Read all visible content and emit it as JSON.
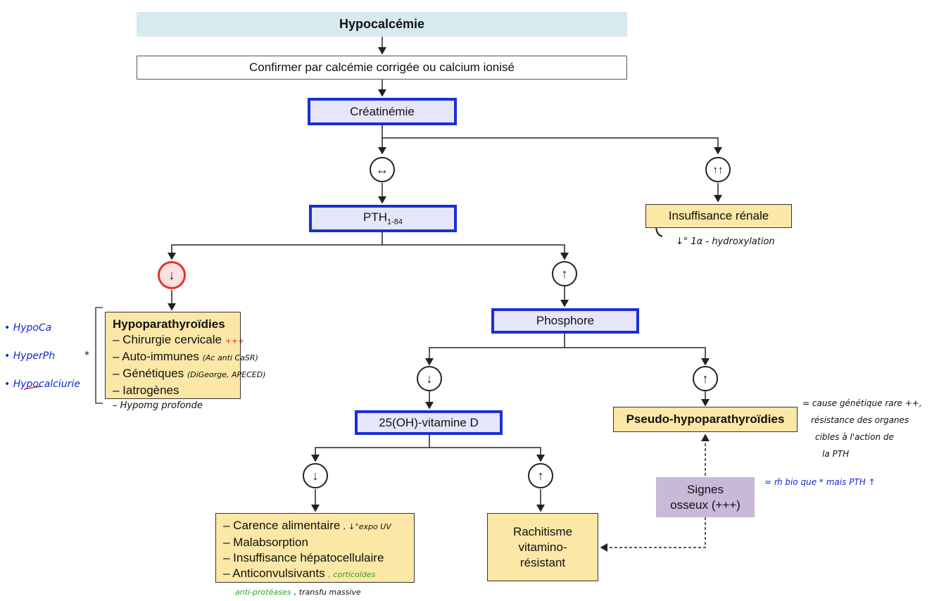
{
  "nodes": {
    "hypocalcemie": "Hypocalcémie",
    "confirmer": "Confirmer par calcémie corrigée ou calcium ionisé",
    "creatinemie": "Créatinémie",
    "pth_main": "PTH",
    "pth_sub": "1-84",
    "insuffisance_renale": "Insuffisance rénale",
    "phosphore": "Phosphore",
    "vitamine_d": "25(OH)-vitamine D",
    "pseudo_hypo": "Pseudo-hypoparathyroïdies",
    "signes_osseux": "Signes osseux (+++)",
    "rachitisme": "Rachitisme vitamino-résistant",
    "hypoparathyroidies": {
      "title": "Hypoparathyroïdies",
      "items": [
        "– Chirurgie cervicale",
        "– Auto-immunes",
        "– Génétiques",
        "– Iatrogènes"
      ]
    },
    "causes_vitd": {
      "items": [
        "– Carence alimentaire",
        "– Malabsorption",
        "– Insuffisance hépatocellulaire",
        "– Anticonvulsivants"
      ]
    }
  },
  "symbols": {
    "normal": "↔",
    "very_high": "↑↑",
    "low": "↓",
    "high": "↑"
  },
  "annotations": {
    "left_list": [
      "• HypoCa",
      "• HyperPh",
      "• Hypocalciurie"
    ],
    "star": "*",
    "plus3": "+++",
    "ac_anti": "(Ac anti CaSR)",
    "genetiques": "(DiGeorge, APECED)",
    "hypomg": "– Hypomg profonde",
    "hydroxylation": "↓° 1α - hydroxylation",
    "expo_uv": ", ↓°expo UV",
    "corticoides": ", corticoïdes",
    "anti_proteases_green": "anti-protéases",
    "transfu": ", transfu massive",
    "pseudo_note": [
      "= cause génétique rare ++,",
      "résistance des organes",
      "cibles à l'action de",
      "la PTH"
    ],
    "pseudo_bio": "= m̂ bio que * mais PTH ↑"
  }
}
